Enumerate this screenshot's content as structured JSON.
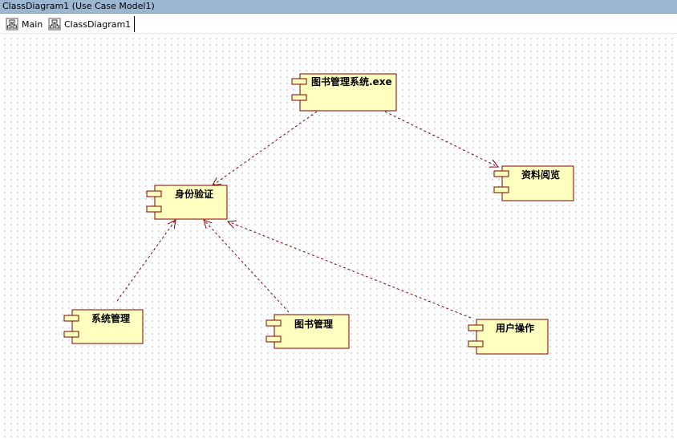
{
  "window": {
    "title": "ClassDiagram1 (Use Case Model1)"
  },
  "tabs": [
    {
      "label": "Main",
      "icon": "diagram-icon"
    },
    {
      "label": "ClassDiagram1",
      "icon": "diagram-icon"
    }
  ],
  "colors": {
    "component_fill": "#ffffc0",
    "component_border": "#800000",
    "dependency_line": "#800000"
  },
  "components": {
    "exe": {
      "label": "图书管理系统.exe"
    },
    "auth": {
      "label": "身份验证"
    },
    "browse": {
      "label": "资料阅览"
    },
    "sysmgmt": {
      "label": "系统管理"
    },
    "bookmgmt": {
      "label": "图书管理"
    },
    "userops": {
      "label": "用户操作"
    }
  },
  "dependencies": [
    {
      "from": "exe",
      "to": "auth"
    },
    {
      "from": "exe",
      "to": "browse"
    },
    {
      "from": "sysmgmt",
      "to": "auth"
    },
    {
      "from": "bookmgmt",
      "to": "auth"
    },
    {
      "from": "userops",
      "to": "auth"
    }
  ]
}
